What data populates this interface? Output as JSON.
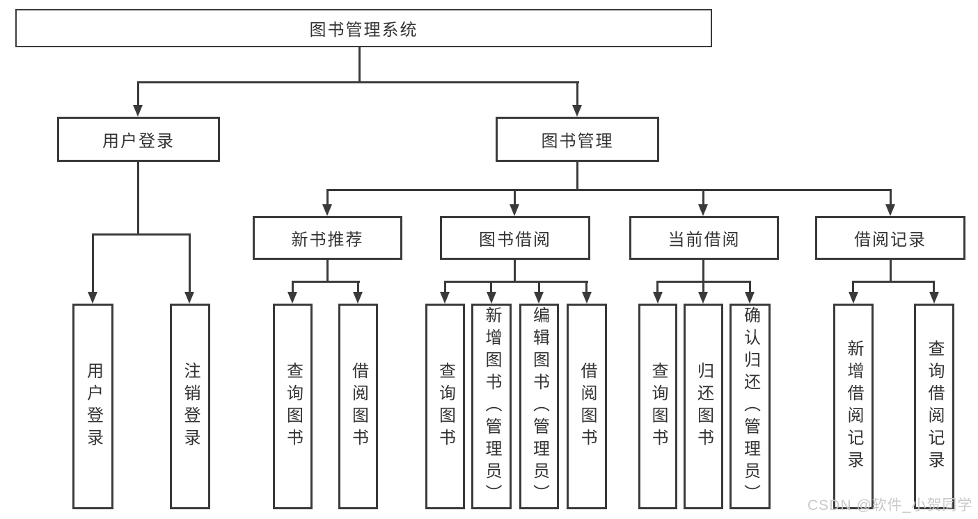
{
  "diagram_type": "hierarchy-tree",
  "colors": {
    "line": "#3a3a3a",
    "box_border": "#3a3a3a",
    "text": "#333333",
    "background": "#ffffff",
    "watermark_text": "#c9c9c9"
  },
  "watermark": {
    "text": "CSDN @软件_小贺同学"
  },
  "tree": {
    "label": "图书管理系统",
    "children": [
      {
        "label": "用户登录",
        "children": [
          {
            "label": "用户登录"
          },
          {
            "label": "注销登录"
          }
        ]
      },
      {
        "label": "图书管理",
        "children": [
          {
            "label": "新书推荐",
            "children": [
              {
                "label": "查询图书"
              },
              {
                "label": "借阅图书"
              }
            ]
          },
          {
            "label": "图书借阅",
            "children": [
              {
                "label": "查询图书"
              },
              {
                "label": "新增图书（管理员）"
              },
              {
                "label": "编辑图书（管理员）"
              },
              {
                "label": "借阅图书"
              }
            ]
          },
          {
            "label": "当前借阅",
            "children": [
              {
                "label": "查询图书"
              },
              {
                "label": "归还图书"
              },
              {
                "label": "确认归还（管理员）"
              }
            ]
          },
          {
            "label": "借阅记录",
            "children": [
              {
                "label": "新增借阅记录"
              },
              {
                "label": "查询借阅记录"
              }
            ]
          }
        ]
      }
    ]
  }
}
